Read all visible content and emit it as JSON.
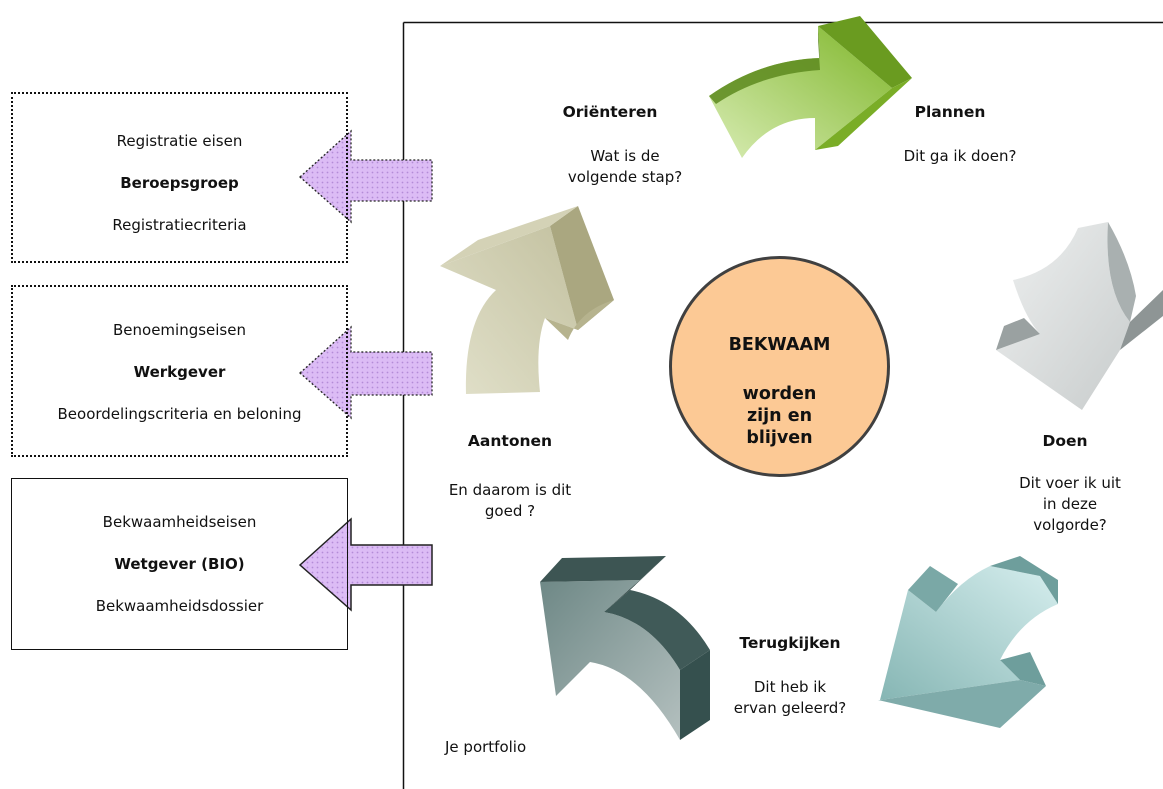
{
  "boxes": [
    {
      "line1": "Registratie eisen",
      "title": "Beroepsgroep",
      "line2": "Registratiecriteria"
    },
    {
      "line1": "Benoemingseisen",
      "title": "Werkgever",
      "line2": "Beoordelingscriteria en beloning"
    },
    {
      "line1": "Bekwaamheidseisen",
      "title": "Wetgever (BIO)",
      "line2": "Bekwaamheidsdossier"
    }
  ],
  "center": {
    "title": "BEKWAAM",
    "line1": "worden",
    "line2": "zijn en",
    "line3": "blijven"
  },
  "steps": {
    "orienteren": {
      "title": "Oriënteren",
      "line1": "Wat is de",
      "line2": "volgende stap?"
    },
    "plannen": {
      "title": "Plannen",
      "line1": "Dit ga ik doen?"
    },
    "doen": {
      "title": "Doen",
      "line1": "Dit voer ik uit",
      "line2": "in deze",
      "line3": "volgorde?"
    },
    "terugkijken": {
      "title": "Terugkijken",
      "line1": "Dit heb ik",
      "line2": "ervan geleerd?"
    },
    "aantonen": {
      "title": "Aantonen",
      "line1": "En daarom is dit",
      "line2": "goed  ?"
    }
  },
  "footer": {
    "portfolio": "Je portfolio"
  },
  "colors": {
    "circle_fill": "#fcc995",
    "pointer_fill": "#dcbcf5",
    "arrow_green": "#8fc43a",
    "arrow_silver": "#c6cccc",
    "arrow_teal": "#8fb8b6",
    "arrow_slate": "#5b7775",
    "arrow_khaki": "#c9c7a6"
  },
  "icons": [
    "left-pointer-arrow-icon",
    "curved-3d-arrow-icon"
  ]
}
